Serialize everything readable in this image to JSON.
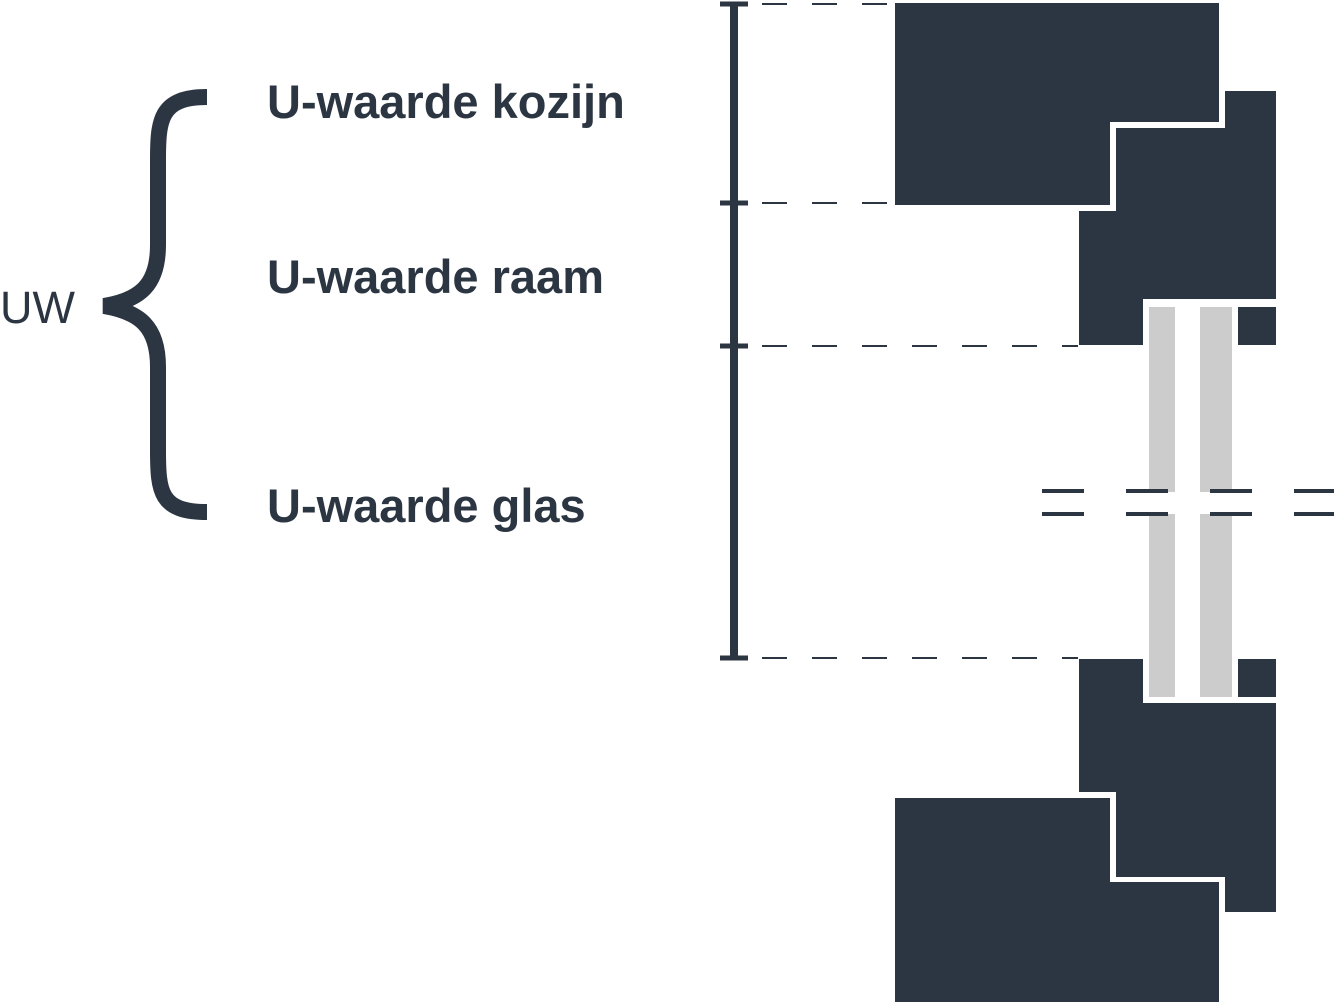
{
  "colors": {
    "dark": "#2c3642",
    "glass": "#cccccc",
    "background": "#ffffff"
  },
  "labels": {
    "uw": "UW",
    "kozijn": "U-waarde kozijn",
    "raam": "U-waarde raam",
    "glas": "U-waarde glas"
  }
}
